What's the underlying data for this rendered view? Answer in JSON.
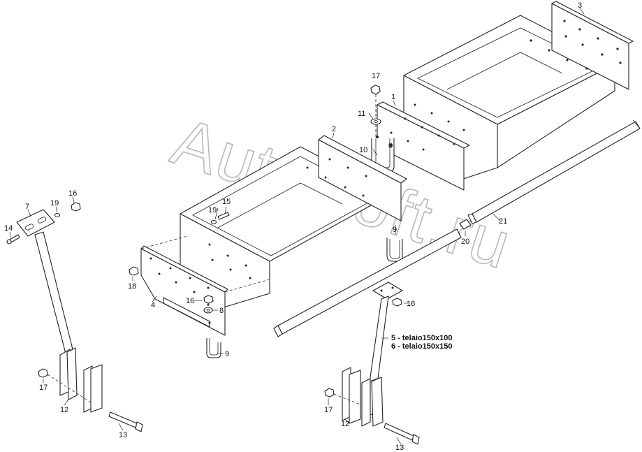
{
  "watermark": "AutoSoft.ru",
  "labels": {
    "p1": "1",
    "p2": "2",
    "p3": "3",
    "p4": "4",
    "p7": "7",
    "p8": "8",
    "p9a": "9",
    "p9b": "9",
    "p10": "10",
    "p11": "11",
    "p12a": "12",
    "p12b": "12",
    "p13a": "13",
    "p13b": "13",
    "p14": "14",
    "p15": "15",
    "p16a": "16",
    "p16b": "16",
    "p16c": "16",
    "p17a": "17",
    "p17b": "17",
    "p17c": "17",
    "p18": "18",
    "p19": "19",
    "p20": "20",
    "p21": "21"
  },
  "legend": {
    "line5": "5 - telaio150x100",
    "line6": "6 - telaio150x150"
  }
}
